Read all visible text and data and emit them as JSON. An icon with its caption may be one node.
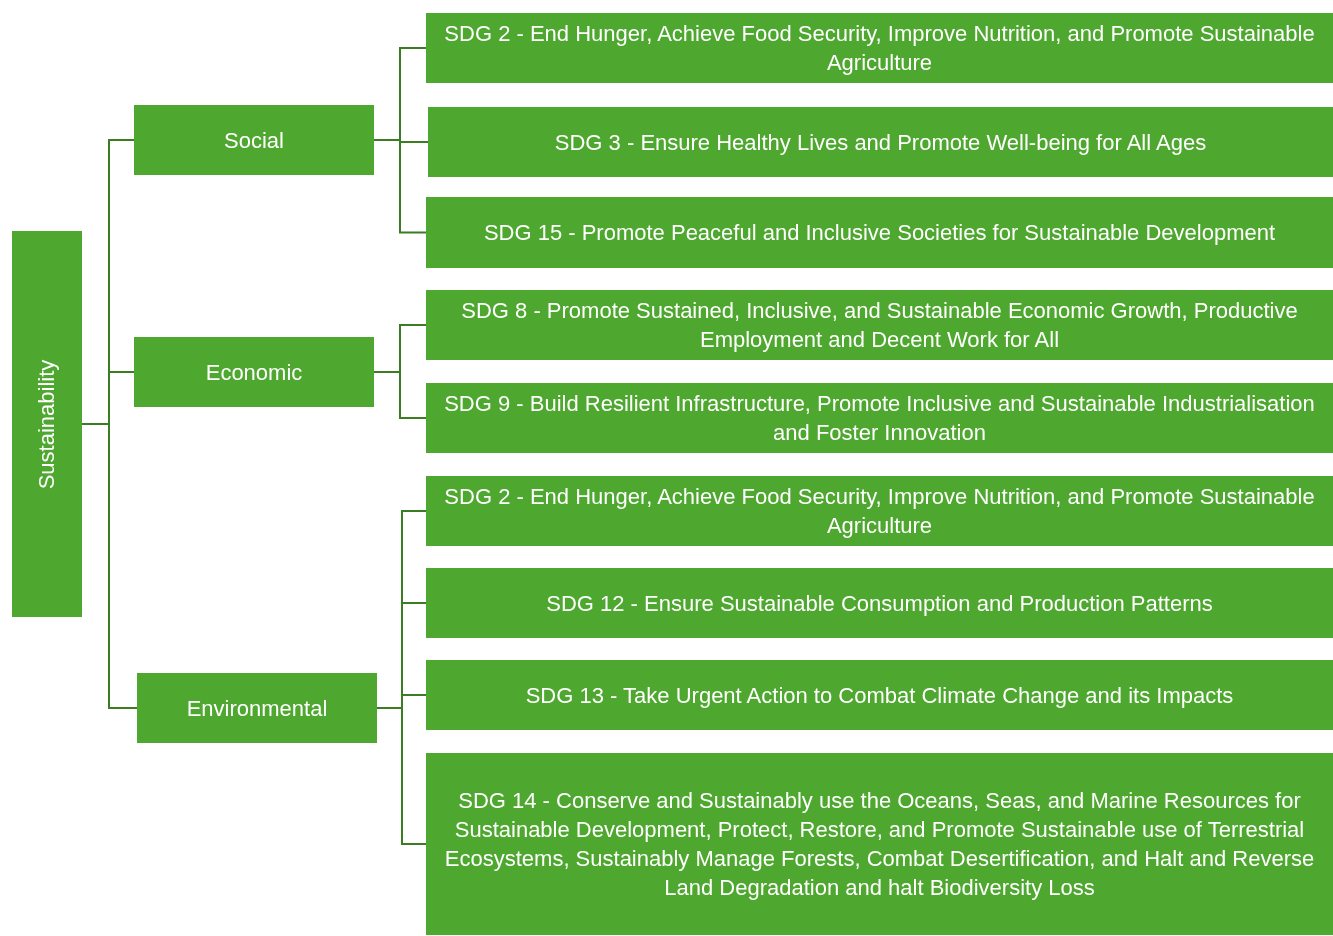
{
  "diagram": {
    "nodes": [
      {
        "text": [
          "Sustainability"
        ]
      },
      {
        "text": [
          "Social"
        ]
      },
      {
        "text": [
          "Economic"
        ]
      },
      {
        "text": [
          "Environmental"
        ]
      },
      {
        "text": [
          "SDG 2 - End Hunger, Achieve Food Security, Improve Nutrition, and Promote Sustainable Agriculture"
        ]
      },
      {
        "text": [
          "SDG 3 - Ensure Healthy Lives and Promote Well-being for All Ages"
        ]
      },
      {
        "text": [
          "SDG 15 - Promote Peaceful and Inclusive Societies for Sustainable Development"
        ]
      },
      {
        "text": [
          "SDG 8 - Promote Sustained, Inclusive, and Sustainable Economic Growth, Productive Employment and Decent Work for All"
        ]
      },
      {
        "text": [
          "SDG 9 - Build Resilient Infrastructure, Promote Inclusive and Sustainable Industrialisation and Foster Innovation"
        ]
      },
      {
        "text": [
          "SDG 2 - End Hunger, Achieve Food Security, Improve Nutrition, and Promote Sustainable Agriculture"
        ]
      },
      {
        "text": [
          "SDG 12 - Ensure Sustainable Consumption and Production Patterns"
        ]
      },
      {
        "text": [
          "SDG 13 - Take Urgent Action to Combat Climate Change and its Impacts"
        ]
      },
      {
        "text": [
          "SDG 14 - Conserve and Sustainably use the Oceans, Seas, and Marine Resources for Sustainable Development, Protect, Restore, and Promote Sustainable use of Terrestrial Ecosystems, Sustainably Manage Forests, Combat Desertification, and Halt and Reverse Land Degradation and halt Biodiversity Loss"
        ]
      }
    ],
    "edges": [
      {
        "from": 0,
        "to": 1,
        "arrow": "none"
      },
      {
        "from": 0,
        "to": 2,
        "arrow": "none"
      },
      {
        "from": 0,
        "to": 3,
        "arrow": "none"
      },
      {
        "from": 1,
        "to": 4,
        "arrow": "none"
      },
      {
        "from": 1,
        "to": 5,
        "arrow": "none"
      },
      {
        "from": 1,
        "to": 6,
        "arrow": "none"
      },
      {
        "from": 2,
        "to": 7,
        "arrow": "none"
      },
      {
        "from": 2,
        "to": 8,
        "arrow": "none"
      },
      {
        "from": 3,
        "to": 9,
        "arrow": "none"
      },
      {
        "from": 3,
        "to": 10,
        "arrow": "none"
      },
      {
        "from": 3,
        "to": 11,
        "arrow": "none"
      },
      {
        "from": 3,
        "to": 12,
        "arrow": "none"
      }
    ]
  }
}
